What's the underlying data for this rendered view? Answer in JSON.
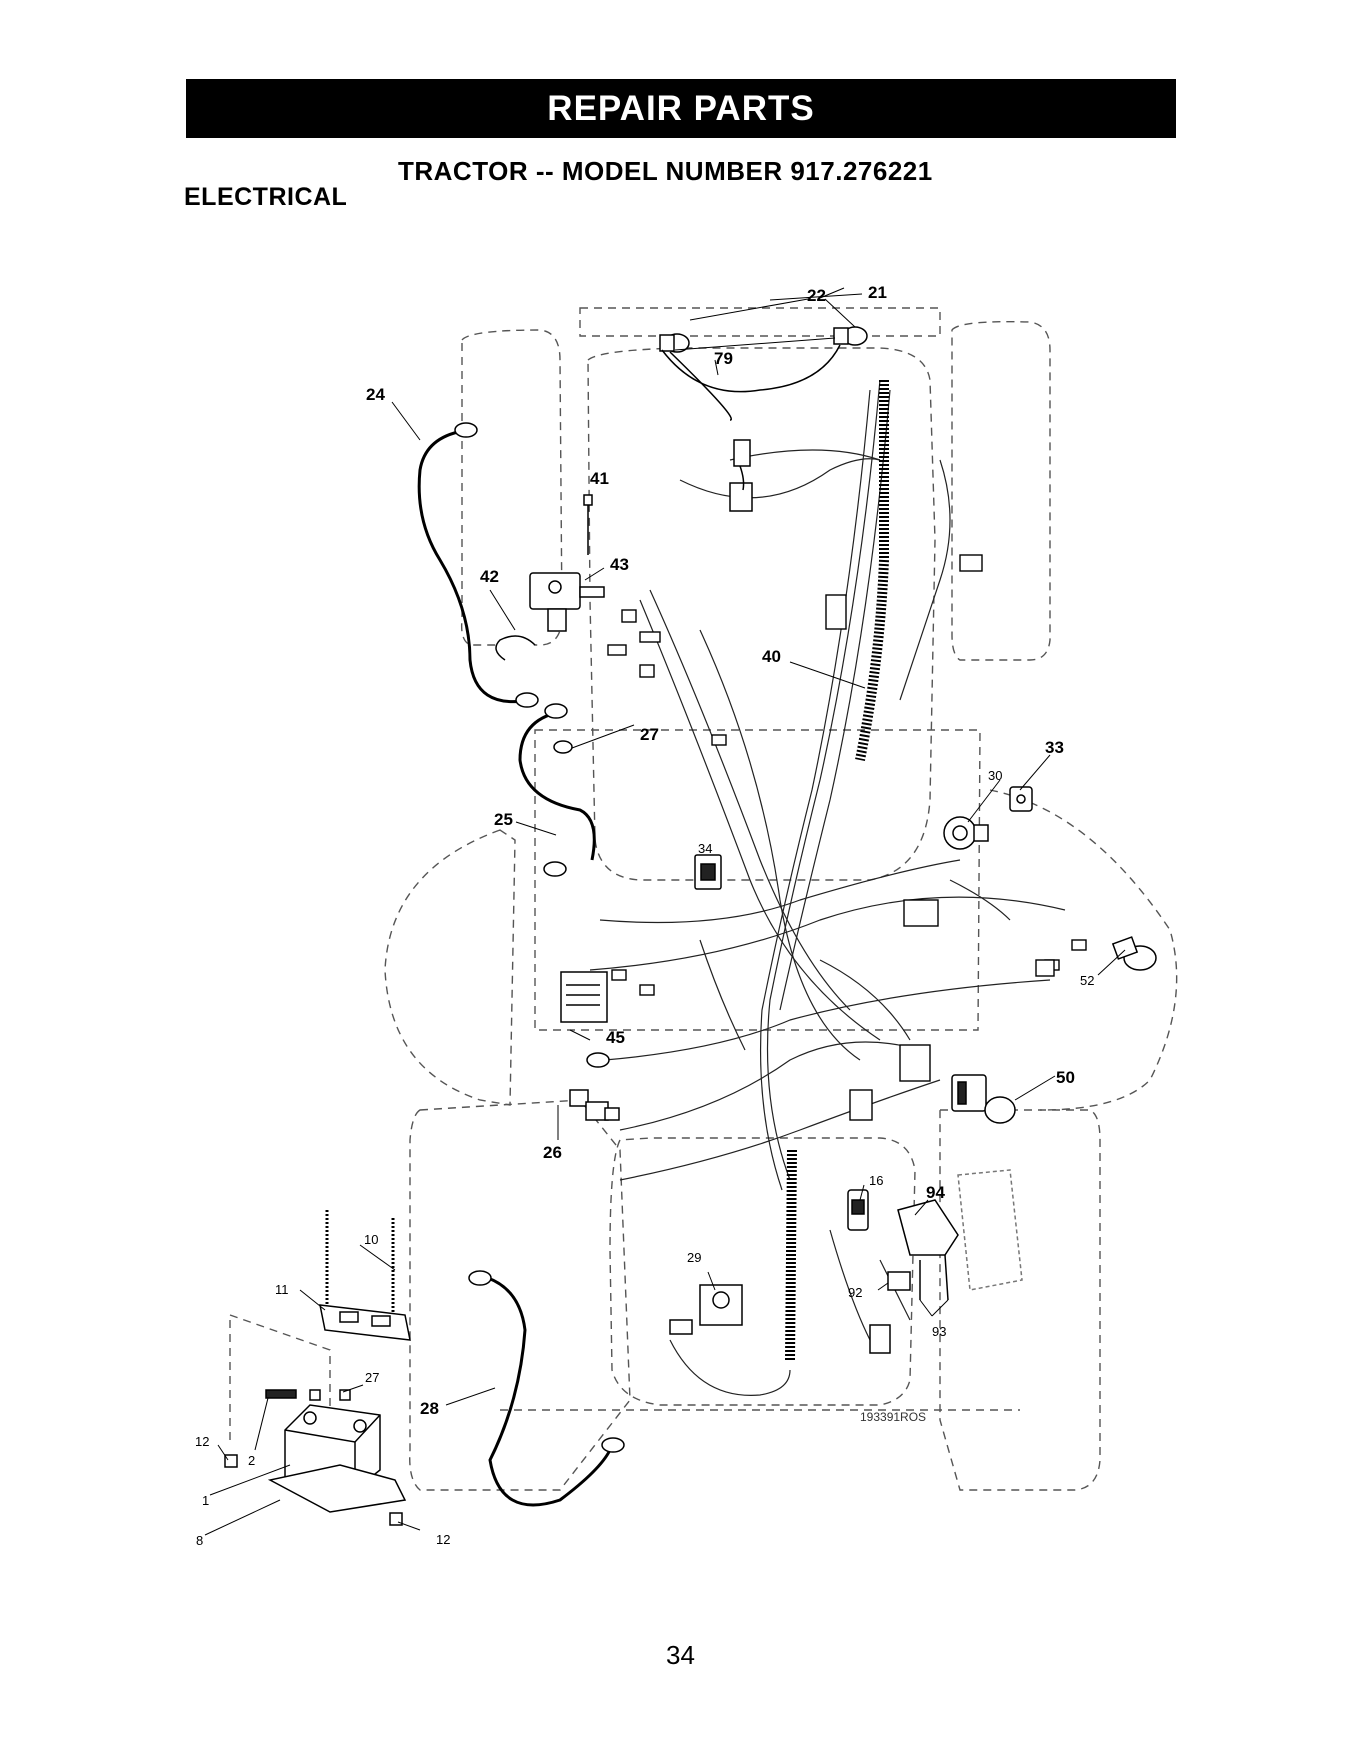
{
  "header": {
    "banner": "REPAIR PARTS",
    "subtitle": "TRACTOR -- MODEL NUMBER 917.276221",
    "section": "ELECTRICAL"
  },
  "diagram": {
    "drawing_code": "193391ROS",
    "callouts": {
      "c22": "22",
      "c79": "79",
      "c21": "21",
      "c41": "41",
      "c24": "24",
      "c42": "42",
      "c43": "43",
      "c40": "40",
      "c27a": "27",
      "c33": "33",
      "c30": "30",
      "c25": "25",
      "c34": "34",
      "c52": "52",
      "c45": "45",
      "c50": "50",
      "c26": "26",
      "c16": "16",
      "c94": "94",
      "c10": "10",
      "c29": "29",
      "c11": "11",
      "c92": "92",
      "c93": "93",
      "c27b": "27",
      "c28": "28",
      "c12a": "12",
      "c2": "2",
      "c1": "1",
      "c8": "8",
      "c12b": "12"
    }
  },
  "footer": {
    "page_number": "34"
  }
}
